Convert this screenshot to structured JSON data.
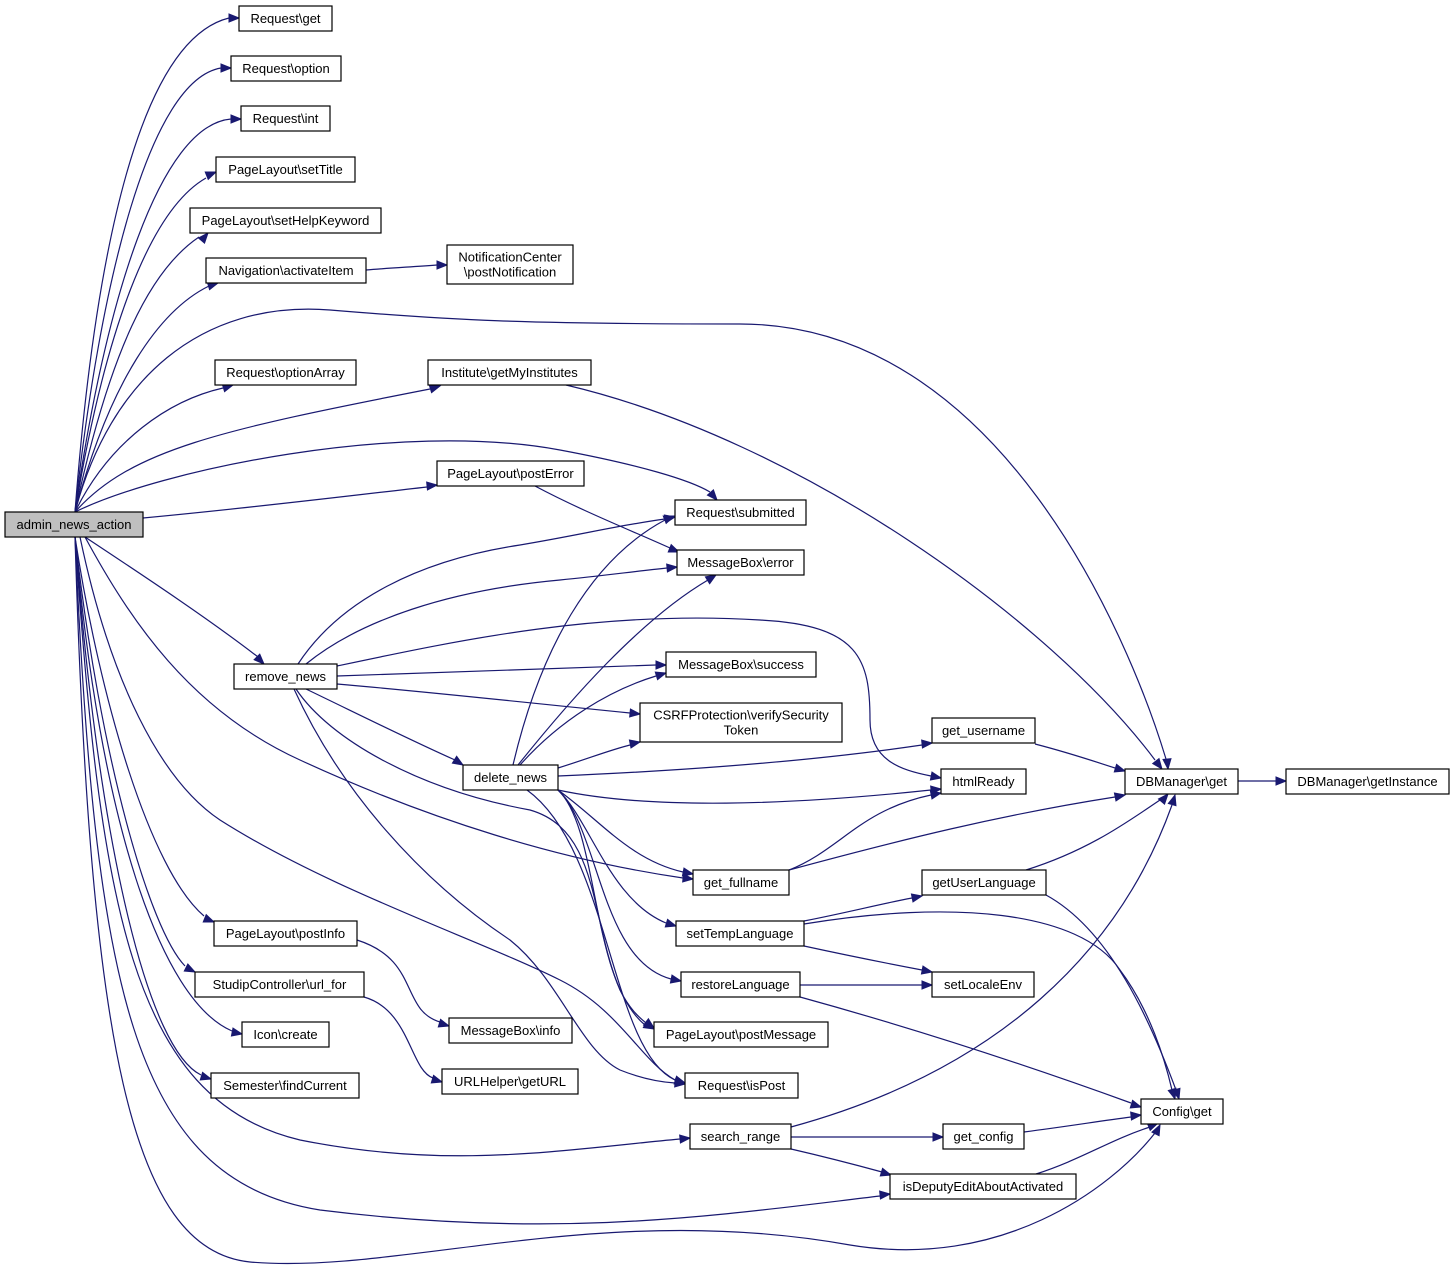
{
  "diagram": {
    "type": "call-graph",
    "edge_color": "#191970",
    "root_fill": "#bfbfbf",
    "nodes": [
      {
        "id": "admin_news_action",
        "label": "admin_news_action"
      },
      {
        "id": "req_get",
        "label": "Request\\get"
      },
      {
        "id": "req_option",
        "label": "Request\\option"
      },
      {
        "id": "req_int",
        "label": "Request\\int"
      },
      {
        "id": "pl_settitle",
        "label": "PageLayout\\setTitle"
      },
      {
        "id": "pl_sethelpkeyword",
        "label": "PageLayout\\setHelpKeyword"
      },
      {
        "id": "nav_activateitem",
        "label": "Navigation\\activateItem"
      },
      {
        "id": "nc_postnotification",
        "label": "NotificationCenter\n\\postNotification"
      },
      {
        "id": "req_optionarray",
        "label": "Request\\optionArray"
      },
      {
        "id": "inst_getmyinstitutes",
        "label": "Institute\\getMyInstitutes"
      },
      {
        "id": "pl_posterror",
        "label": "PageLayout\\postError"
      },
      {
        "id": "req_submitted",
        "label": "Request\\submitted"
      },
      {
        "id": "mb_error",
        "label": "MessageBox\\error"
      },
      {
        "id": "remove_news",
        "label": "remove_news"
      },
      {
        "id": "mb_success",
        "label": "MessageBox\\success"
      },
      {
        "id": "csrf_verify",
        "label": "CSRFProtection\\verifySecurity\nToken"
      },
      {
        "id": "delete_news",
        "label": "delete_news"
      },
      {
        "id": "get_username",
        "label": "get_username"
      },
      {
        "id": "htmlready",
        "label": "htmlReady"
      },
      {
        "id": "dbm_get",
        "label": "DBManager\\get"
      },
      {
        "id": "dbm_getinstance",
        "label": "DBManager\\getInstance"
      },
      {
        "id": "get_fullname",
        "label": "get_fullname"
      },
      {
        "id": "getuserlanguage",
        "label": "getUserLanguage"
      },
      {
        "id": "settemplanguage",
        "label": "setTempLanguage"
      },
      {
        "id": "pl_postinfo",
        "label": "PageLayout\\postInfo"
      },
      {
        "id": "restorelanguage",
        "label": "restoreLanguage"
      },
      {
        "id": "setlocaleenv",
        "label": "setLocaleEnv"
      },
      {
        "id": "sc_url_for",
        "label": "StudipController\\url_for"
      },
      {
        "id": "mb_info",
        "label": "MessageBox\\info"
      },
      {
        "id": "pl_postmessage",
        "label": "PageLayout\\postMessage"
      },
      {
        "id": "icon_create",
        "label": "Icon\\create"
      },
      {
        "id": "urlhelper_geturl",
        "label": "URLHelper\\getURL"
      },
      {
        "id": "req_ispost",
        "label": "Request\\isPost"
      },
      {
        "id": "sem_findcurrent",
        "label": "Semester\\findCurrent"
      },
      {
        "id": "config_get",
        "label": "Config\\get"
      },
      {
        "id": "search_range",
        "label": "search_range"
      },
      {
        "id": "get_config",
        "label": "get_config"
      },
      {
        "id": "isdeputy",
        "label": "isDeputyEditAboutActivated"
      }
    ],
    "edges": [
      [
        "admin_news_action",
        "req_get"
      ],
      [
        "admin_news_action",
        "req_option"
      ],
      [
        "admin_news_action",
        "req_int"
      ],
      [
        "admin_news_action",
        "pl_settitle"
      ],
      [
        "admin_news_action",
        "pl_sethelpkeyword"
      ],
      [
        "admin_news_action",
        "nav_activateitem"
      ],
      [
        "admin_news_action",
        "dbm_get"
      ],
      [
        "admin_news_action",
        "req_optionarray"
      ],
      [
        "admin_news_action",
        "inst_getmyinstitutes"
      ],
      [
        "admin_news_action",
        "req_submitted"
      ],
      [
        "admin_news_action",
        "pl_posterror"
      ],
      [
        "admin_news_action",
        "remove_news"
      ],
      [
        "admin_news_action",
        "get_fullname"
      ],
      [
        "admin_news_action",
        "req_ispost"
      ],
      [
        "admin_news_action",
        "pl_postinfo"
      ],
      [
        "admin_news_action",
        "sc_url_for"
      ],
      [
        "admin_news_action",
        "icon_create"
      ],
      [
        "admin_news_action",
        "sem_findcurrent"
      ],
      [
        "admin_news_action",
        "search_range"
      ],
      [
        "admin_news_action",
        "isdeputy"
      ],
      [
        "admin_news_action",
        "config_get"
      ],
      [
        "nav_activateitem",
        "nc_postnotification"
      ],
      [
        "inst_getmyinstitutes",
        "dbm_get"
      ],
      [
        "pl_posterror",
        "mb_error"
      ],
      [
        "remove_news",
        "req_submitted"
      ],
      [
        "remove_news",
        "mb_error"
      ],
      [
        "remove_news",
        "htmlready"
      ],
      [
        "remove_news",
        "mb_success"
      ],
      [
        "remove_news",
        "csrf_verify"
      ],
      [
        "remove_news",
        "delete_news"
      ],
      [
        "remove_news",
        "pl_postmessage"
      ],
      [
        "remove_news",
        "req_ispost"
      ],
      [
        "delete_news",
        "req_submitted"
      ],
      [
        "delete_news",
        "mb_error"
      ],
      [
        "delete_news",
        "mb_success"
      ],
      [
        "delete_news",
        "csrf_verify"
      ],
      [
        "delete_news",
        "get_username"
      ],
      [
        "delete_news",
        "htmlready"
      ],
      [
        "delete_news",
        "get_fullname"
      ],
      [
        "delete_news",
        "settemplanguage"
      ],
      [
        "delete_news",
        "restorelanguage"
      ],
      [
        "delete_news",
        "pl_postmessage"
      ],
      [
        "delete_news",
        "req_ispost"
      ],
      [
        "get_username",
        "dbm_get"
      ],
      [
        "dbm_get",
        "dbm_getinstance"
      ],
      [
        "get_fullname",
        "htmlready"
      ],
      [
        "get_fullname",
        "dbm_get"
      ],
      [
        "getuserlanguage",
        "dbm_get"
      ],
      [
        "getuserlanguage",
        "config_get"
      ],
      [
        "settemplanguage",
        "getuserlanguage"
      ],
      [
        "settemplanguage",
        "setlocaleenv"
      ],
      [
        "settemplanguage",
        "config_get"
      ],
      [
        "restorelanguage",
        "setlocaleenv"
      ],
      [
        "restorelanguage",
        "config_get"
      ],
      [
        "pl_postinfo",
        "mb_info"
      ],
      [
        "sc_url_for",
        "urlhelper_geturl"
      ],
      [
        "search_range",
        "dbm_get"
      ],
      [
        "search_range",
        "get_config"
      ],
      [
        "search_range",
        "isdeputy"
      ],
      [
        "get_config",
        "config_get"
      ],
      [
        "isdeputy",
        "config_get"
      ]
    ]
  }
}
